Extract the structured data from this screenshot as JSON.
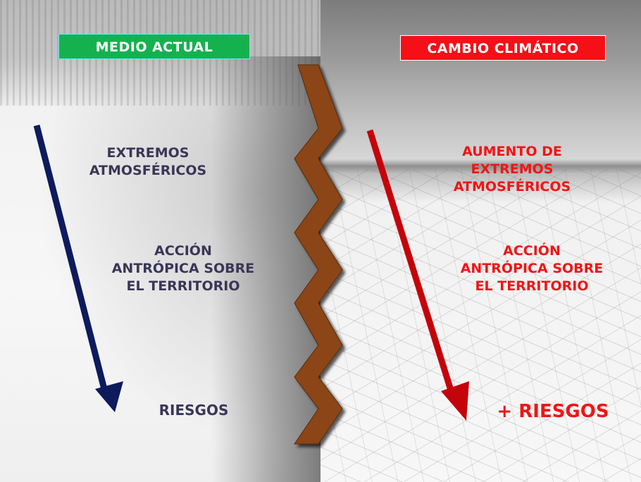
{
  "left": {
    "header": "MEDIO ACTUAL",
    "lines": {
      "extremos": [
        "EXTREMOS",
        "ATMOSFÉRICOS"
      ],
      "accion": [
        "ACCIÓN",
        "ANTRÓPICA SOBRE",
        "EL TERRITORIO"
      ],
      "riesgos": "RIESGOS"
    }
  },
  "right": {
    "header": "CAMBIO CLIMÁTICO",
    "lines": {
      "extremos": [
        "AUMENTO DE",
        "EXTREMOS",
        "ATMOSFÉRICOS"
      ],
      "accion": [
        "ACCIÓN",
        "ANTRÓPICA SOBRE",
        "EL TERRITORIO"
      ],
      "riesgos": "+ RIESGOS"
    }
  },
  "colors": {
    "left_arrow": "#0d1a5c",
    "right_arrow": "#c4040a",
    "zigzag": "#8b4513",
    "green_header": "#16b14f",
    "red_header": "#f50f17"
  },
  "icons": {
    "left_arrow": "arrow-down-right-icon",
    "right_arrow": "arrow-down-right-icon",
    "divider": "zigzag-divider"
  }
}
